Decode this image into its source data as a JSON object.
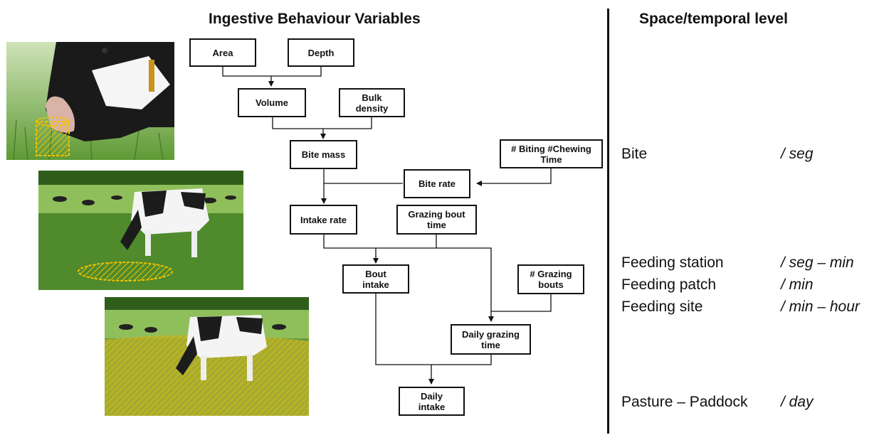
{
  "left_title": "Ingestive Behaviour Variables",
  "right_title": "Space/temporal level",
  "nodes": {
    "area": "Area",
    "depth": "Depth",
    "volume": "Volume",
    "bulk_density": "Bulk\ndensity",
    "bite_mass": "Bite mass",
    "biting_chewing_time": "# Biting #Chewing\nTime",
    "bite_rate": "Bite rate",
    "intake_rate": "Intake rate",
    "grazing_bout_time": "Grazing bout\ntime",
    "bout_intake": "Bout\nintake",
    "grazing_bouts": "# Grazing\nbouts",
    "daily_grazing_time": "Daily grazing\ntime",
    "daily_intake": "Daily\nintake"
  },
  "levels": [
    {
      "name": "Bite",
      "unit": "/ seg"
    },
    {
      "name": "Feeding station",
      "unit": "/ seg – min"
    },
    {
      "name": "Feeding patch",
      "unit": "/ min"
    },
    {
      "name": "Feeding site",
      "unit": "/ min – hour"
    },
    {
      "name": "Pasture – Paddock",
      "unit": "/ day"
    }
  ],
  "colors": {
    "grass_light": "#8fbf5a",
    "grass_dark": "#4f8a2c",
    "hatch": "#f2c200",
    "line": "#111111"
  },
  "photos": [
    {
      "subject": "cow-muzzle-closeup",
      "hatch": "cylinder"
    },
    {
      "subject": "cow-grazing-herd",
      "hatch": "ellipse"
    },
    {
      "subject": "cow-grazing-field",
      "hatch": "area"
    }
  ]
}
